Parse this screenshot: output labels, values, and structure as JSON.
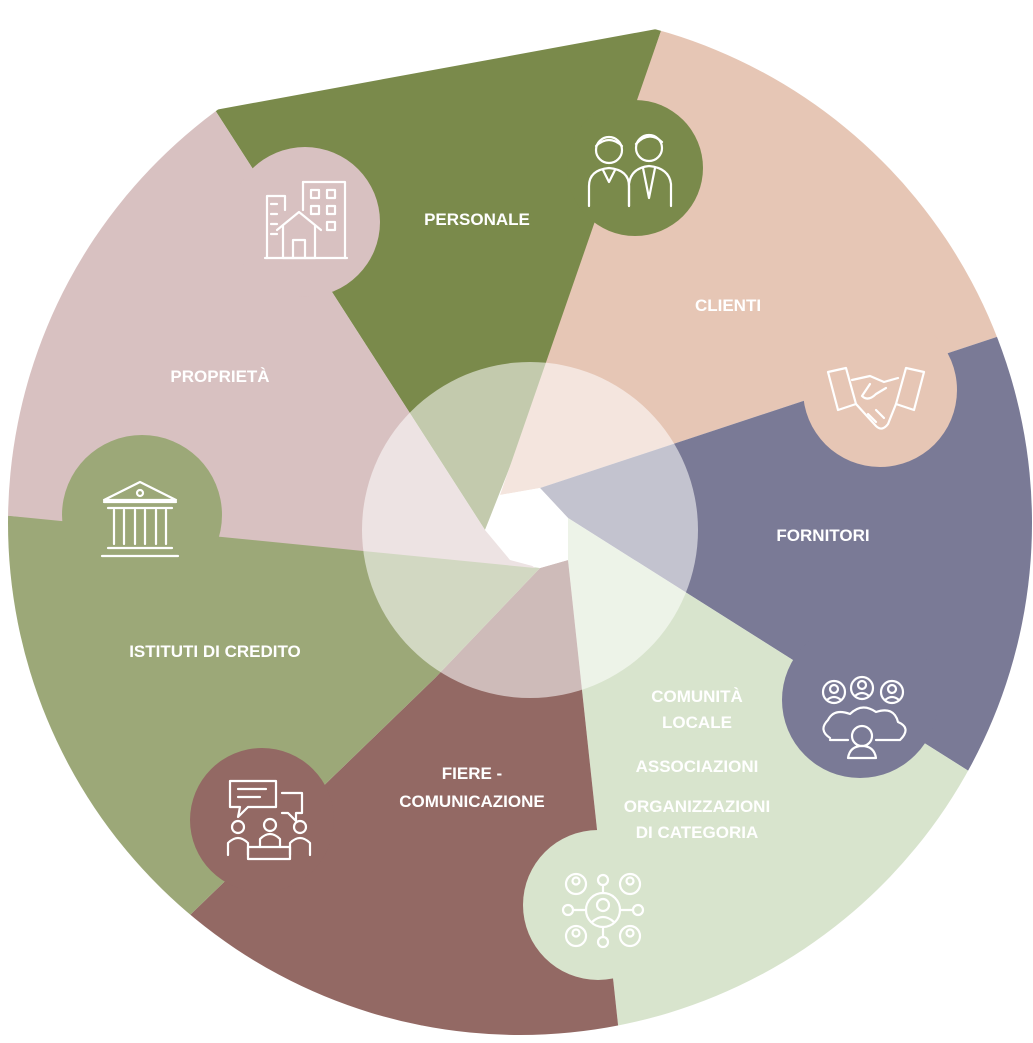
{
  "diagram": {
    "segments": [
      {
        "id": "personale",
        "labels": [
          "PERSONALE"
        ],
        "color": "#7a8a4b",
        "icon": "people-icon"
      },
      {
        "id": "clienti",
        "labels": [
          "CLIENTI"
        ],
        "color": "#e6c6b5",
        "icon": "handshake-icon"
      },
      {
        "id": "fornitori",
        "labels": [
          "FORNITORI"
        ],
        "color": "#7a7a96",
        "icon": "network-cloud-icon"
      },
      {
        "id": "comunita",
        "labels": [
          "COMUNITÀ",
          "LOCALE",
          "ASSOCIAZIONI",
          "ORGANIZZAZIONI",
          "DI CATEGORIA"
        ],
        "color": "#d8e4cd",
        "icon": "community-network-icon"
      },
      {
        "id": "fiere",
        "labels": [
          "FIERE -",
          "COMUNICAZIONE"
        ],
        "color": "#936964",
        "icon": "meeting-icon"
      },
      {
        "id": "istituti",
        "labels": [
          "ISTITUTI DI CREDITO"
        ],
        "color": "#9ca878",
        "icon": "bank-icon"
      },
      {
        "id": "proprieta",
        "labels": [
          "PROPRIETÀ"
        ],
        "color": "#d8c1c1",
        "icon": "buildings-icon"
      }
    ],
    "center_color": "#ffffff"
  }
}
